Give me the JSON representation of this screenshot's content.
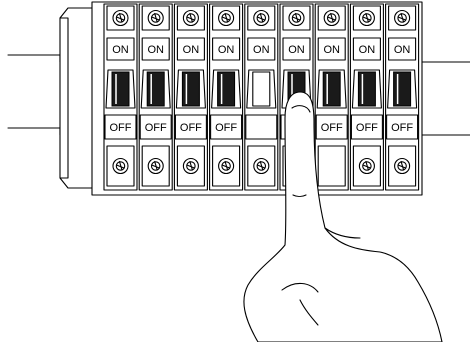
{
  "breakers": [
    {
      "on_label": "ON",
      "off_label": "OFF",
      "top_screw": "screw-icon",
      "bottom_screw": "screw-icon"
    },
    {
      "on_label": "ON",
      "off_label": "OFF",
      "top_screw": "screw-icon",
      "bottom_screw": "screw-icon"
    },
    {
      "on_label": "ON",
      "off_label": "OFF",
      "top_screw": "screw-icon",
      "bottom_screw": "screw-icon"
    },
    {
      "on_label": "ON",
      "off_label": "OFF",
      "top_screw": "screw-icon",
      "bottom_screw": "screw-icon"
    },
    {
      "on_label": "ON",
      "off_label": "",
      "top_screw": "screw-icon",
      "bottom_screw": "screw-icon"
    },
    {
      "on_label": "ON",
      "off_label": "",
      "top_screw": "screw-icon",
      "bottom_screw": ""
    },
    {
      "on_label": "ON",
      "off_label": "OFF",
      "top_screw": "screw-icon",
      "bottom_screw": ""
    },
    {
      "on_label": "ON",
      "off_label": "OFF",
      "top_screw": "screw-icon",
      "bottom_screw": "screw-icon"
    },
    {
      "on_label": "ON",
      "off_label": "OFF",
      "top_screw": "screw-icon",
      "bottom_screw": "screw-icon"
    }
  ],
  "hand": {
    "icon": "pointing-hand-icon"
  },
  "colors": {
    "line": "#000000",
    "background": "#ffffff",
    "toggle_dark": "#1a1a1a"
  }
}
